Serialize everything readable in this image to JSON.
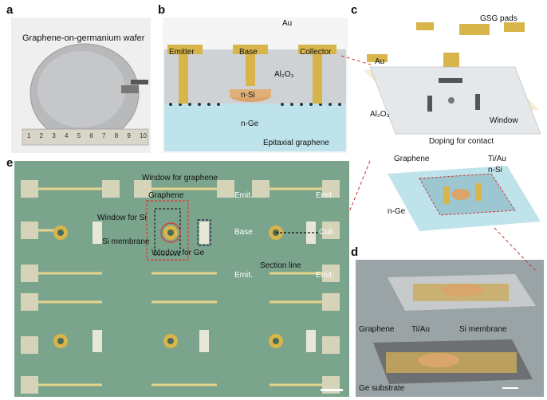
{
  "panel_letters": {
    "a": "a",
    "b": "b",
    "c": "c",
    "d": "d",
    "e": "e"
  },
  "panel_a": {
    "title": "Graphene-on-germanium wafer",
    "ruler_numbers": [
      "1",
      "2",
      "3",
      "4",
      "5",
      "6",
      "7",
      "8",
      "9",
      "10"
    ]
  },
  "panel_b": {
    "au": "Au",
    "emitter": "Emitter",
    "base": "Base",
    "collector": "Collector",
    "al2o3": "Al₂O₃",
    "nsi": "n-Si",
    "nge": "n-Ge",
    "epi": "Epitaxial graphene"
  },
  "panel_c": {
    "gsg": "GSG pads",
    "au": "Au",
    "al2o3": "Al₂O₃",
    "window": "Window",
    "doping": "Doping for contact",
    "graphene": "Graphene",
    "tiau": "Ti/Au",
    "nsi": "n-Si",
    "nge": "n-Ge"
  },
  "panel_d": {
    "graphene": "Graphene",
    "tiau": "Ti/Au",
    "si_membrane": "Si membrane",
    "ge_substrate": "Ge substrate"
  },
  "panel_e": {
    "window_graphene": "Window for graphene",
    "graphene": "Graphene",
    "window_si": "Window for Si",
    "si_membrane": "Si membrane",
    "window_ge": "Window for Ge",
    "emit1": "Emit.",
    "emit2": "Emit.",
    "emit3": "Emit.",
    "emit4": "Emit.",
    "base": "Base",
    "coll": "Coll.",
    "section": "Section line"
  },
  "colors": {
    "gold": "#d8b54a",
    "bg_e": "#7aa48c",
    "ge_blue": "#bfe3ea",
    "grey": "#b9bdc0"
  }
}
